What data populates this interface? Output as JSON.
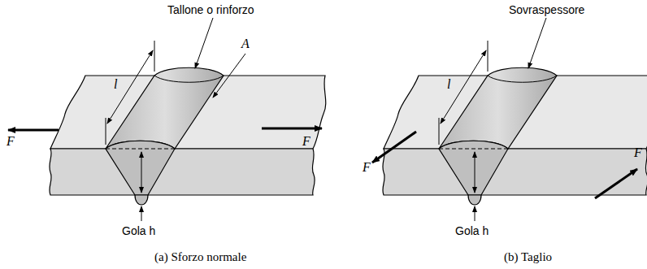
{
  "diagram": {
    "labels": [
      "Tallone o rinforzo",
      "A",
      "l",
      "F",
      "F",
      "Gola h",
      "(a) Sforzo normale",
      "Sovraspessore",
      "l",
      "F",
      "F",
      "Gola h",
      "(b) Taglio"
    ]
  }
}
